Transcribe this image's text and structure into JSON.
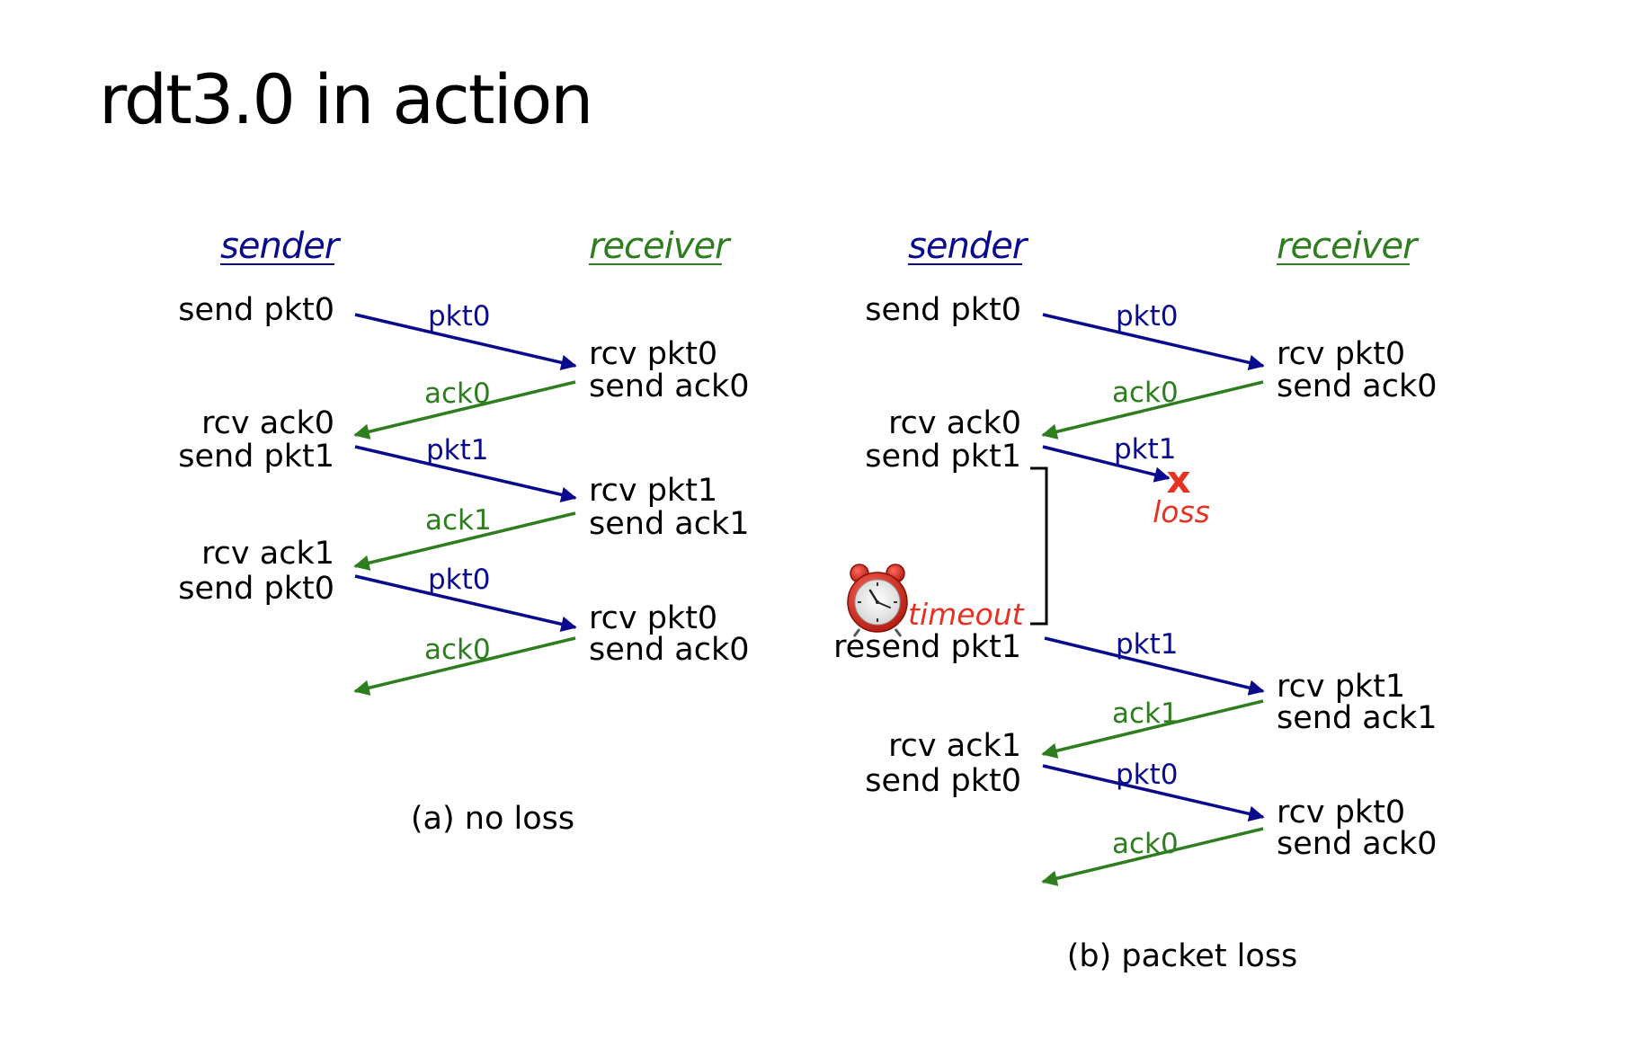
{
  "title": "rdt3.0 in action",
  "colors": {
    "sender": "#0a0a8c",
    "receiver": "#2e7d1e",
    "pkt": "#0a0a8c",
    "ack": "#2e7d1e",
    "alert": "#e53222",
    "text": "#000000"
  },
  "diagram_a": {
    "sender_label": "sender",
    "receiver_label": "receiver",
    "sender_events": [
      "send pkt0",
      "rcv ack0",
      "send pkt1",
      "rcv ack1",
      "send pkt0"
    ],
    "receiver_events": [
      "rcv pkt0",
      "send ack0",
      "rcv pkt1",
      "send ack1",
      "rcv pkt0",
      "send ack0"
    ],
    "messages": [
      "pkt0",
      "ack0",
      "pkt1",
      "ack1",
      "pkt0",
      "ack0"
    ],
    "caption": "(a) no loss"
  },
  "diagram_b": {
    "sender_label": "sender",
    "receiver_label": "receiver",
    "sender_events": [
      "send pkt0",
      "rcv ack0",
      "send pkt1",
      "resend pkt1",
      "rcv ack1",
      "send pkt0"
    ],
    "receiver_events": [
      "rcv pkt0",
      "send ack0",
      "rcv pkt1",
      "send ack1",
      "rcv pkt0",
      "send ack0"
    ],
    "messages": [
      "pkt0",
      "ack0",
      "pkt1",
      "pkt1",
      "ack1",
      "pkt0",
      "ack0"
    ],
    "loss_label": "loss",
    "loss_mark": "x",
    "timeout_label": "timeout",
    "timeout_icon": "alarm-clock-icon",
    "caption": "(b) packet loss"
  }
}
